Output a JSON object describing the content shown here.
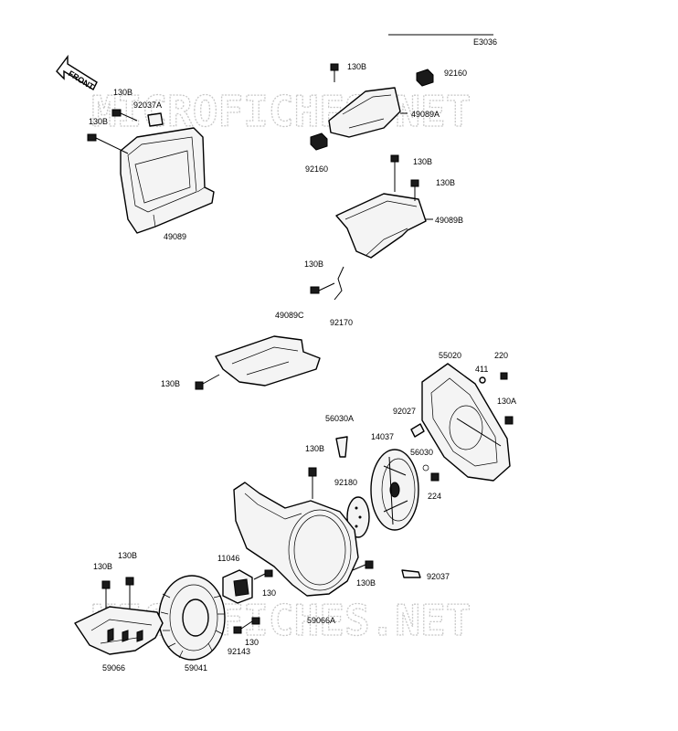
{
  "diagram_code": "E3036",
  "front_arrow_label": "FRONT",
  "watermark": "MICROFICHES.NET",
  "colors": {
    "line": "#000000",
    "watermark": "#c8c8c8",
    "background": "#ffffff"
  },
  "labels": {
    "p130B_a": "130B",
    "p130B_b": "130B",
    "p92037A": "92037A",
    "p49089": "49089",
    "p130B_top": "130B",
    "p92160_a": "92160",
    "p49089A": "49089A",
    "p92160_b": "92160",
    "p130B_c": "130B",
    "p130B_d": "130B",
    "p49089B": "49089B",
    "p130B_e": "130B",
    "p92170": "92170",
    "p49089C": "49089C",
    "p130B_f": "130B",
    "p55020": "55020",
    "p220": "220",
    "p411": "411",
    "p92027": "92027",
    "p130A": "130A",
    "p56030A": "56030A",
    "p14037": "14037",
    "p130B_g": "130B",
    "p56030": "56030",
    "p92180": "92180",
    "p224": "224",
    "p11046": "11046",
    "p130_a": "130",
    "p130B_h": "130B",
    "p92037": "92037",
    "p130B_i": "130B",
    "p130B_j": "130B",
    "p59066A": "59066A",
    "p92143": "92143",
    "p130_b": "130",
    "p59066": "59066",
    "p59041": "59041"
  }
}
